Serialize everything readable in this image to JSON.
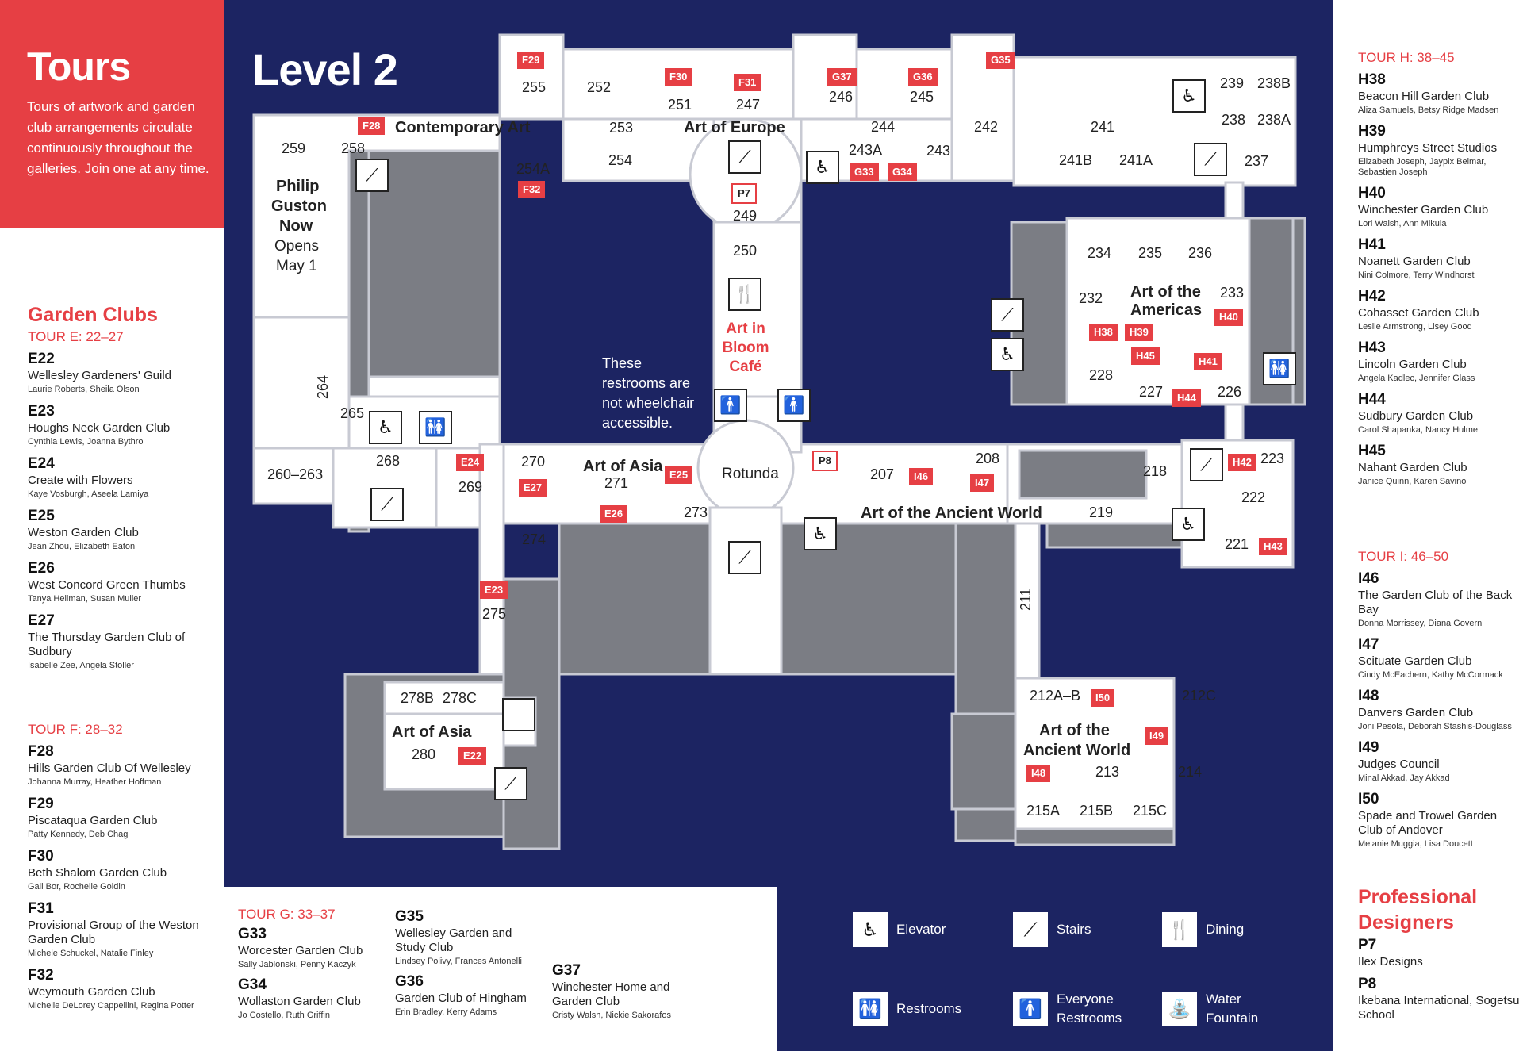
{
  "tours": {
    "title": "Tours",
    "description": "Tours of artwork and garden club arrangements circulate continuously throughout the galleries. Join one at any time."
  },
  "garden_clubs": {
    "title": "Garden Clubs",
    "tour_e": {
      "heading": "TOUR E: 22–27",
      "entries": [
        {
          "code": "E22",
          "club": "Wellesley Gardeners' Guild",
          "people": "Laurie Roberts, Sheila Olson"
        },
        {
          "code": "E23",
          "club": "Houghs Neck Garden Club",
          "people": "Cynthia Lewis, Joanna Bythro"
        },
        {
          "code": "E24",
          "club": "Create with Flowers",
          "people": "Kaye Vosburgh, Aseela Lamiya"
        },
        {
          "code": "E25",
          "club": "Weston Garden Club",
          "people": "Jean Zhou, Elizabeth Eaton"
        },
        {
          "code": "E26",
          "club": "West Concord Green Thumbs",
          "people": "Tanya Hellman, Susan Muller"
        },
        {
          "code": "E27",
          "club": "The Thursday Garden Club of Sudbury",
          "people": "Isabelle Zee, Angela Stoller"
        }
      ]
    },
    "tour_f": {
      "heading": "TOUR F: 28–32",
      "entries": [
        {
          "code": "F28",
          "club": "Hills Garden Club Of Wellesley",
          "people": "Johanna Murray, Heather Hoffman"
        },
        {
          "code": "F29",
          "club": "Piscataqua Garden Club",
          "people": "Patty Kennedy, Deb Chag"
        },
        {
          "code": "F30",
          "club": "Beth Shalom Garden Club",
          "people": "Gail Bor, Rochelle Goldin"
        },
        {
          "code": "F31",
          "club": "Provisional Group of the Weston Garden Club",
          "people": "Michele Schuckel, Natalie Finley"
        },
        {
          "code": "F32",
          "club": "Weymouth Garden Club",
          "people": "Michelle DeLorey Cappellini, Regina Potter"
        }
      ]
    },
    "tour_g": {
      "heading": "TOUR G: 33–37",
      "entries": [
        {
          "code": "G33",
          "club": "Worcester Garden Club",
          "people": "Sally Jablonski, Penny Kaczyk"
        },
        {
          "code": "G34",
          "club": "Wollaston Garden Club",
          "people": "Jo Costello, Ruth Griffin"
        },
        {
          "code": "G35",
          "club": "Wellesley Garden and Study Club",
          "people": "Lindsey Polivy, Frances Antonelli"
        },
        {
          "code": "G36",
          "club": "Garden Club of Hingham",
          "people": "Erin Bradley, Kerry Adams"
        },
        {
          "code": "G37",
          "club": "Winchester Home and Garden Club",
          "people": "Cristy Walsh, Nickie Sakorafos"
        }
      ]
    },
    "tour_h": {
      "heading": "TOUR H: 38–45",
      "entries": [
        {
          "code": "H38",
          "club": "Beacon Hill Garden Club",
          "people": "Aliza Samuels, Betsy Ridge Madsen"
        },
        {
          "code": "H39",
          "club": "Humphreys Street Studios",
          "people": "Elizabeth Joseph, Jaypix Belmar, Sebastien Joseph"
        },
        {
          "code": "H40",
          "club": "Winchester Garden Club",
          "people": "Lori Walsh, Ann Mikula"
        },
        {
          "code": "H41",
          "club": "Noanett Garden Club",
          "people": "Nini Colmore, Terry Windhorst"
        },
        {
          "code": "H42",
          "club": "Cohasset Garden Club",
          "people": "Leslie Armstrong, Lisey Good"
        },
        {
          "code": "H43",
          "club": "Lincoln Garden Club",
          "people": "Angela Kadlec, Jennifer Glass"
        },
        {
          "code": "H44",
          "club": "Sudbury Garden Club",
          "people": "Carol Shapanka, Nancy Hulme"
        },
        {
          "code": "H45",
          "club": "Nahant Garden Club",
          "people": "Janice Quinn, Karen Savino"
        }
      ]
    },
    "tour_i": {
      "heading": "TOUR I: 46–50",
      "entries": [
        {
          "code": "I46",
          "club": "The Garden Club of the Back Bay",
          "people": "Donna Morrissey, Diana Govern"
        },
        {
          "code": "I47",
          "club": "Scituate Garden Club",
          "people": "Cindy McEachern, Kathy McCormack"
        },
        {
          "code": "I48",
          "club": "Danvers Garden Club",
          "people": "Joni Pesola, Deborah Stashis-Douglass"
        },
        {
          "code": "I49",
          "club": "Judges Council",
          "people": "Minal Akkad, Jay Akkad"
        },
        {
          "code": "I50",
          "club": "Spade and Trowel Garden Club of Andover",
          "people": "Melanie Muggia, Lisa Doucett"
        }
      ]
    }
  },
  "professional_designers": {
    "title": "Professional Designers",
    "entries": [
      {
        "code": "P7",
        "club": "Ilex Designs"
      },
      {
        "code": "P8",
        "club": "Ikebana International, Sogetsu School"
      }
    ]
  },
  "map": {
    "level_title": "Level 2",
    "galleries": {
      "contemporary_art": "Contemporary Art",
      "art_of_europe": "Art of Europe",
      "art_of_americas_1": "Art of the",
      "art_of_americas_2": "Americas",
      "art_of_asia_1": "Art of Asia",
      "art_of_asia_2": "Art of Asia",
      "rotunda": "Rotunda",
      "ancient_world_1": "Art of the Ancient World",
      "ancient_world_2a": "Art of the",
      "ancient_world_2b": "Ancient World",
      "guston_1": "Philip",
      "guston_2": "Guston",
      "guston_3": "Now",
      "guston_4": "Opens",
      "guston_5": "May 1"
    },
    "cafe_lines": [
      "Art in",
      "Bloom",
      "Café"
    ],
    "restroom_note_lines": [
      "These",
      "restrooms are",
      "not wheelchair",
      "accessible."
    ],
    "rooms": {
      "r255": "255",
      "r252": "252",
      "r251": "251",
      "r247": "247",
      "r246": "246",
      "r245": "245",
      "r242": "242",
      "r253": "253",
      "r244": "244",
      "r241": "241",
      "r239": "239",
      "r238b": "238B",
      "r238": "238",
      "r238a": "238A",
      "r259": "259",
      "r258": "258",
      "r254a": "254A",
      "r254": "254",
      "r243a": "243A",
      "r243": "243",
      "r241b": "241B",
      "r241a": "241A",
      "r237": "237",
      "r249": "249",
      "r250": "250",
      "r234": "234",
      "r235": "235",
      "r236": "236",
      "r232": "232",
      "r233": "233",
      "r228": "228",
      "r227": "227",
      "r226": "226",
      "r264": "264",
      "r265": "265",
      "r268": "268",
      "r260": "260–263",
      "r269": "269",
      "r270": "270",
      "r271": "271",
      "r273": "273",
      "r274": "274",
      "r275": "275",
      "r207": "207",
      "r208": "208",
      "r218": "218",
      "r223": "223",
      "r222": "222",
      "r219": "219",
      "r221": "221",
      "r211": "211",
      "r278b": "278B",
      "r278c": "278C",
      "r280": "280",
      "r212ab": "212A–B",
      "r212c": "212C",
      "r213": "213",
      "r214": "214",
      "r215a": "215A",
      "r215b": "215B",
      "r215c": "215C"
    },
    "tags": {
      "F29": "F29",
      "F30": "F30",
      "F31": "F31",
      "G37": "G37",
      "G36": "G36",
      "G35": "G35",
      "F28": "F28",
      "F32": "F32",
      "G33": "G33",
      "G34": "G34",
      "P7": "P7",
      "H38": "H38",
      "H39": "H39",
      "H40": "H40",
      "H45": "H45",
      "H41": "H41",
      "H44": "H44",
      "E24": "E24",
      "E27": "E27",
      "E25": "E25",
      "E26": "E26",
      "P8": "P8",
      "I46": "I46",
      "I47": "I47",
      "H42": "H42",
      "H43": "H43",
      "E23": "E23",
      "E22": "E22",
      "I50": "I50",
      "I49": "I49",
      "I48": "I48"
    }
  },
  "legend": {
    "elevator": "Elevator",
    "stairs": "Stairs",
    "dining": "Dining",
    "restrooms": "Restrooms",
    "everyone_restrooms_1": "Everyone",
    "everyone_restrooms_2": "Restrooms",
    "water_1": "Water",
    "water_2": "Fountain"
  },
  "colors": {
    "accent_red": "#e63f44",
    "map_navy": "#1c2462",
    "room_gray": "#7b7d84"
  },
  "icons": [
    "elevator-icon",
    "stairs-icon",
    "dining-icon",
    "restrooms-icon",
    "everyone-restroom-icon",
    "water-fountain-icon"
  ]
}
